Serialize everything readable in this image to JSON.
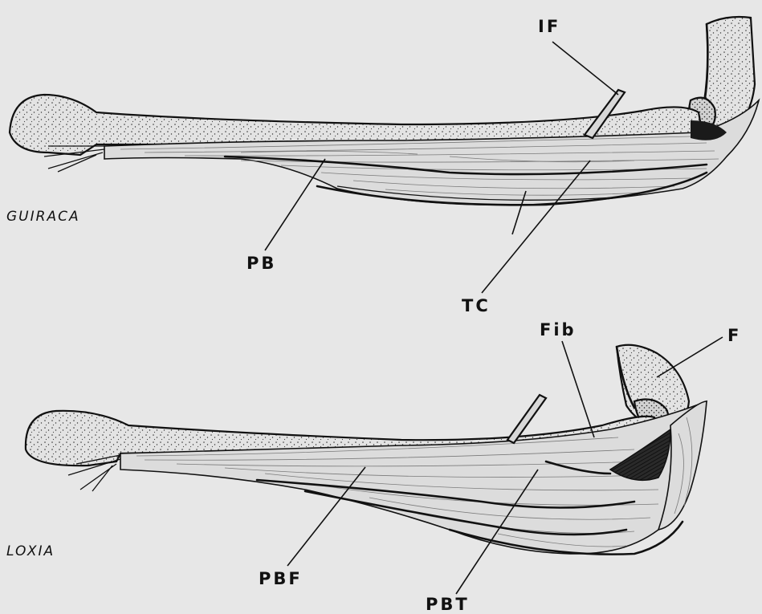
{
  "plate": {
    "genus_labels": {
      "top": "GUIRACA",
      "bottom": "LOXIA"
    },
    "labels": {
      "IF": "IF",
      "PB": "PB",
      "TC": "TC",
      "Fib": "Fib",
      "F": "F",
      "PBF": "PBF",
      "PBT": "PBT"
    }
  }
}
